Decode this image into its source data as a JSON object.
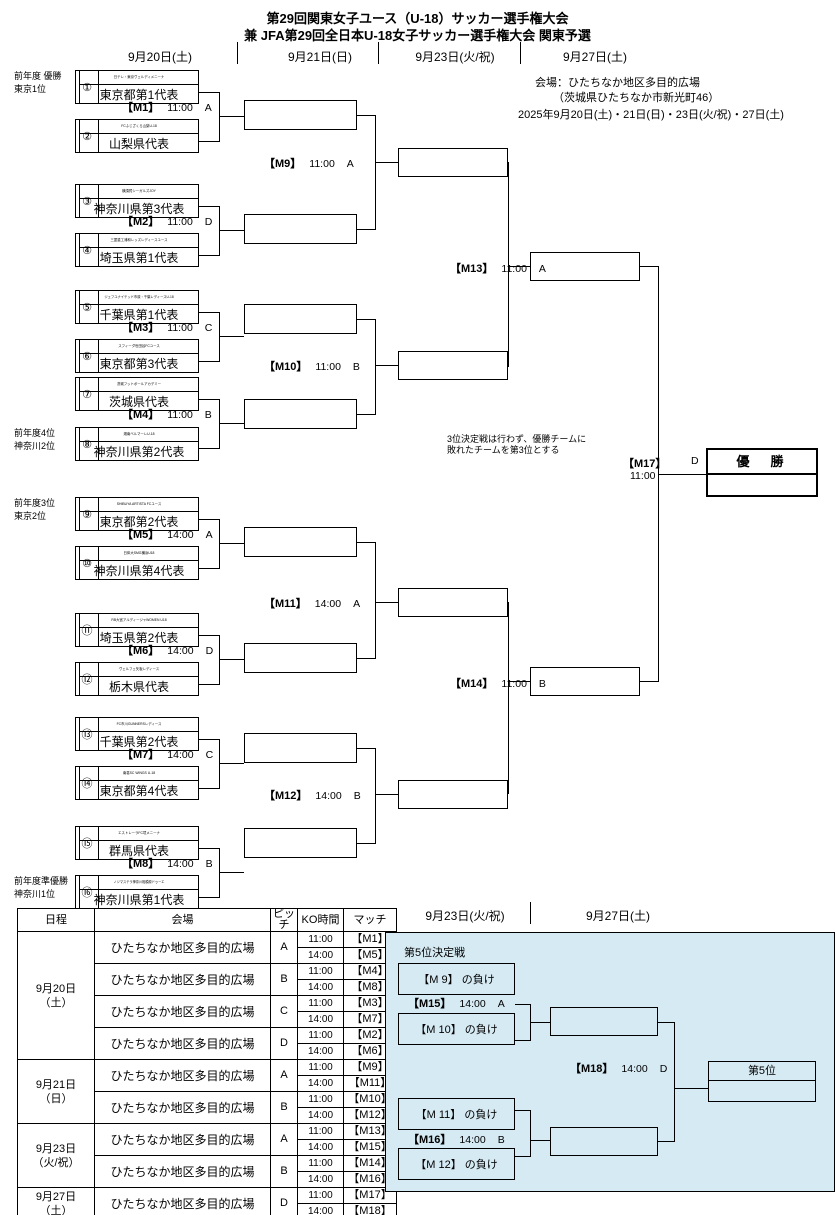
{
  "header": {
    "title_line1": "第29回関東女子ユース（U-18）サッカー選手権大会",
    "title_line2": "兼 JFA第29回全日本U-18女子サッカー選手権大会 関東予選",
    "dates": [
      {
        "label": "9月20日(土)"
      },
      {
        "label": "9月21日(日)"
      },
      {
        "label": "9月23日(火/祝)"
      },
      {
        "label": "9月27日(土)"
      }
    ]
  },
  "venue": {
    "line1": "会場：ひたちなか地区多目的広場",
    "line2": "（茨城県ひたちなか市新光町46）",
    "line3": "2025年9月20日(土)・21日(日)・23日(火/祝)・27日(土)"
  },
  "note": "3位決定戦は行わず、優勝チームに\n敗れたチームを第3位とする",
  "champion": {
    "label": "優　勝"
  },
  "teams": [
    {
      "seed": "①",
      "name": "日テレ・東京ヴェルディメニーナ",
      "rep": "東京都第1代表",
      "pre": "前年度 優勝\n東京1位"
    },
    {
      "seed": "②",
      "name": "FCふじざくら山梨U-18",
      "rep": "山梨県代表",
      "pre": ""
    },
    {
      "seed": "③",
      "name": "横須賀シーガルズJOY",
      "rep": "神奈川県第3代表",
      "pre": ""
    },
    {
      "seed": "④",
      "name": "三菱重工浦和レッズレディースユース",
      "rep": "埼玉県第1代表",
      "pre": ""
    },
    {
      "seed": "⑤",
      "name": "ジェフユナイテッド市原・千葉レディースU-18",
      "rep": "千葉県第1代表",
      "pre": ""
    },
    {
      "seed": "⑥",
      "name": "スフィーダ世田谷FCユース",
      "rep": "東京都第3代表",
      "pre": ""
    },
    {
      "seed": "⑦",
      "name": "茨城フットボールアカデミー",
      "rep": "茨城県代表",
      "pre": ""
    },
    {
      "seed": "⑧",
      "name": "湘南ベルマーレU-18",
      "rep": "神奈川県第2代表",
      "pre": "前年度4位\n神奈川2位"
    },
    {
      "seed": "⑨",
      "name": "SHIBUYA ARTISTA FCユース",
      "rep": "東京都第2代表",
      "pre": "前年度3位\n東京2位"
    },
    {
      "seed": "⑩",
      "name": "日体大SMG横浜U18",
      "rep": "神奈川県第4代表",
      "pre": ""
    },
    {
      "seed": "⑪",
      "name": "RB大宮アルディージャWOMEN U18",
      "rep": "埼玉県第2代表",
      "pre": ""
    },
    {
      "seed": "⑫",
      "name": "ヴェルフェ矢板レディース",
      "rep": "栃木県代表",
      "pre": ""
    },
    {
      "seed": "⑬",
      "name": "FC市川GUNNERSレディース",
      "rep": "千葉県第2代表",
      "pre": ""
    },
    {
      "seed": "⑭",
      "name": "南葛SC WINGS U-18",
      "rep": "東京都第4代表",
      "pre": ""
    },
    {
      "seed": "⑮",
      "name": "エストレーラFC境メニーナ",
      "rep": "群馬県代表",
      "pre": ""
    },
    {
      "seed": "⑯",
      "name": "ノジマステラ神奈川相模原ドゥーエ",
      "rep": "神奈川県第1代表",
      "pre": "前年度準優勝\n神奈川1位"
    }
  ],
  "matches": [
    {
      "no": "【M1】",
      "time": "11:00",
      "pitch": "A"
    },
    {
      "no": "【M2】",
      "time": "11:00",
      "pitch": "D"
    },
    {
      "no": "【M3】",
      "time": "11:00",
      "pitch": "C"
    },
    {
      "no": "【M4】",
      "time": "11:00",
      "pitch": "B"
    },
    {
      "no": "【M5】",
      "time": "14:00",
      "pitch": "A"
    },
    {
      "no": "【M6】",
      "time": "14:00",
      "pitch": "D"
    },
    {
      "no": "【M7】",
      "time": "14:00",
      "pitch": "C"
    },
    {
      "no": "【M8】",
      "time": "14:00",
      "pitch": "B"
    },
    {
      "no": "【M9】",
      "time": "11:00",
      "pitch": "A"
    },
    {
      "no": "【M10】",
      "time": "11:00",
      "pitch": "B"
    },
    {
      "no": "【M11】",
      "time": "14:00",
      "pitch": "A"
    },
    {
      "no": "【M12】",
      "time": "14:00",
      "pitch": "B"
    },
    {
      "no": "【M13】",
      "time": "11:00",
      "pitch": "A"
    },
    {
      "no": "【M14】",
      "time": "11:00",
      "pitch": "B"
    },
    {
      "no": "【M17】",
      "time": "11:00",
      "pitch": "D"
    }
  ],
  "schedule": {
    "headers": [
      "日程",
      "会場",
      "ピッチ",
      "KO時間",
      "マッチ"
    ],
    "groups": [
      {
        "date": "9月20日\n（土）",
        "rows": [
          {
            "venue": "ひたちなか地区多目的広場",
            "pitch": "A",
            "times": [
              "11:00",
              "14:00"
            ],
            "matches": [
              "【M1】",
              "【M5】"
            ]
          },
          {
            "venue": "ひたちなか地区多目的広場",
            "pitch": "B",
            "times": [
              "11:00",
              "14:00"
            ],
            "matches": [
              "【M4】",
              "【M8】"
            ]
          },
          {
            "venue": "ひたちなか地区多目的広場",
            "pitch": "C",
            "times": [
              "11:00",
              "14:00"
            ],
            "matches": [
              "【M3】",
              "【M7】"
            ]
          },
          {
            "venue": "ひたちなか地区多目的広場",
            "pitch": "D",
            "times": [
              "11:00",
              "14:00"
            ],
            "matches": [
              "【M2】",
              "【M6】"
            ]
          }
        ]
      },
      {
        "date": "9月21日\n（日）",
        "rows": [
          {
            "venue": "ひたちなか地区多目的広場",
            "pitch": "A",
            "times": [
              "11:00",
              "14:00"
            ],
            "matches": [
              "【M9】",
              "【M11】"
            ]
          },
          {
            "venue": "ひたちなか地区多目的広場",
            "pitch": "B",
            "times": [
              "11:00",
              "14:00"
            ],
            "matches": [
              "【M10】",
              "【M12】"
            ]
          }
        ]
      },
      {
        "date": "9月23日\n（火/祝）",
        "rows": [
          {
            "venue": "ひたちなか地区多目的広場",
            "pitch": "A",
            "times": [
              "11:00",
              "14:00"
            ],
            "matches": [
              "【M13】",
              "【M15】"
            ]
          },
          {
            "venue": "ひたちなか地区多目的広場",
            "pitch": "B",
            "times": [
              "11:00",
              "14:00"
            ],
            "matches": [
              "【M14】",
              "【M16】"
            ]
          }
        ]
      },
      {
        "date": "9月27日\n（土）",
        "rows": [
          {
            "venue": "ひたちなか地区多目的広場",
            "pitch": "D",
            "times": [
              "11:00",
              "14:00"
            ],
            "matches": [
              "【M17】",
              "【M18】"
            ]
          }
        ]
      }
    ]
  },
  "fifth": {
    "title": "第5位決定戦",
    "dates": [
      {
        "label": "9月23日(火/祝)"
      },
      {
        "label": "9月27日(土)"
      }
    ],
    "entries": [
      {
        "label": "【M 9】 の負け"
      },
      {
        "label": "【M 10】 の負け"
      },
      {
        "label": "【M 11】 の負け"
      },
      {
        "label": "【M 12】 の負け"
      }
    ],
    "matches": [
      {
        "no": "【M15】",
        "time": "14:00",
        "pitch": "A"
      },
      {
        "no": "【M16】",
        "time": "14:00",
        "pitch": "B"
      },
      {
        "no": "【M18】",
        "time": "14:00",
        "pitch": "D"
      }
    ],
    "result_label": "第5位",
    "bg_color": "#d6eaf3"
  }
}
